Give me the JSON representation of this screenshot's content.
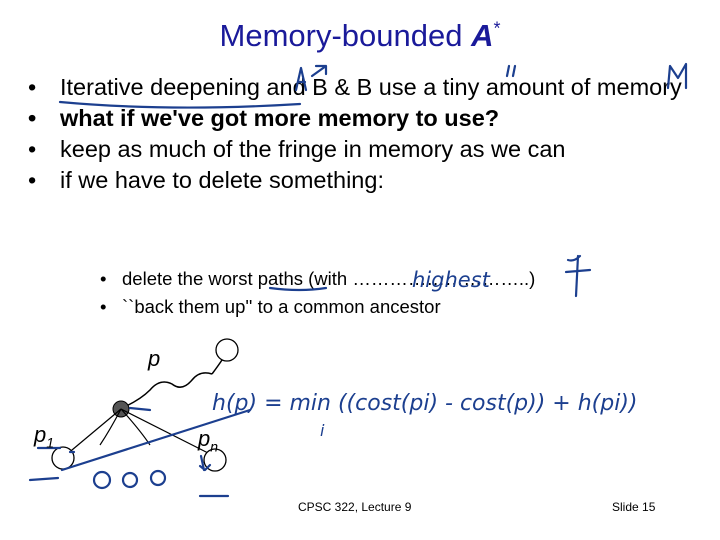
{
  "title": {
    "text": "Memory-bounded",
    "star_a": "A",
    "star": "*"
  },
  "bullets": [
    {
      "dot": "•",
      "text": "Iterative deepening and B & B use a tiny amount of memory",
      "bold": false
    },
    {
      "dot": "•",
      "text": "what if we've got more memory to use?",
      "bold": true
    },
    {
      "dot": "•",
      "text": "keep as much of the fringe in memory as we can",
      "bold": false
    },
    {
      "dot": "•",
      "text": "if we have to delete something:",
      "bold": false
    }
  ],
  "sub_bullets": [
    {
      "dot": "•",
      "text": "delete the worst paths (with ………………………..)"
    },
    {
      "dot": "•",
      "text": "``back them up'' to a common ancestor"
    }
  ],
  "diagram": {
    "p": "p",
    "p1_base": "p",
    "p1_sub": "1",
    "pn_base": "p",
    "pn_sub": "n"
  },
  "handwriting": {
    "highest": "highest",
    "formula": "h(p) = min ((cost(pi) - cost(p)) + h(pi))",
    "under_min": "i"
  },
  "footer": {
    "lecture": "CPSC 322, Lecture 9",
    "slide": "Slide 15"
  },
  "colors": {
    "title": "#1a1a9a",
    "ink": "#1c3f8f"
  }
}
